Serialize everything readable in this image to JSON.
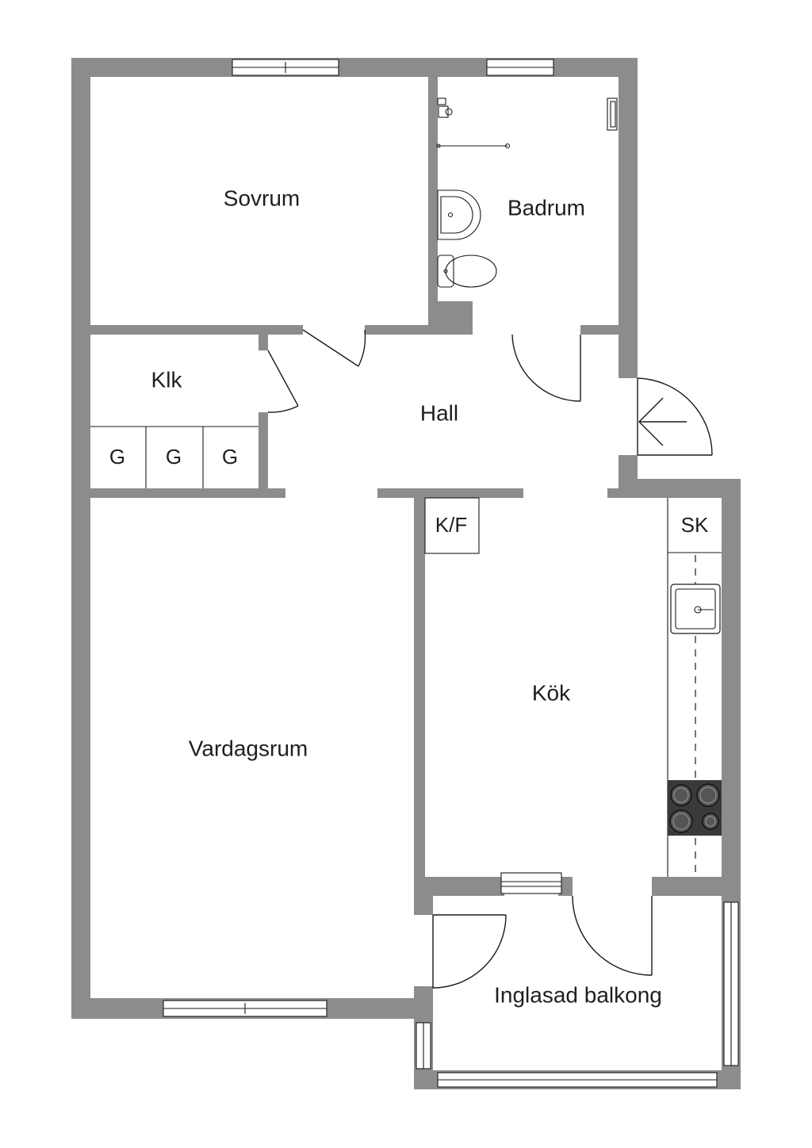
{
  "rooms": {
    "bedroom": "Sovrum",
    "bathroom": "Badrum",
    "closet": "Klk",
    "hall": "Hall",
    "living_room": "Vardagsrum",
    "kitchen": "Kök",
    "balcony": "Inglasad balkong"
  },
  "fixtures": {
    "wardrobe_1": "G",
    "wardrobe_2": "G",
    "wardrobe_3": "G",
    "fridge_freezer": "K/F",
    "cabinet": "SK"
  },
  "colors": {
    "wall": "#8c8c8c",
    "line": "#1a1a1a",
    "background": "#ffffff",
    "stove": "#3a3a3a"
  },
  "icons": {
    "entrance": "arrow-left-icon",
    "stove": "stove-icon",
    "sink": "sink-icon",
    "washbasin": "washbasin-icon",
    "toilet": "toilet-icon",
    "shower": "shower-icon"
  }
}
